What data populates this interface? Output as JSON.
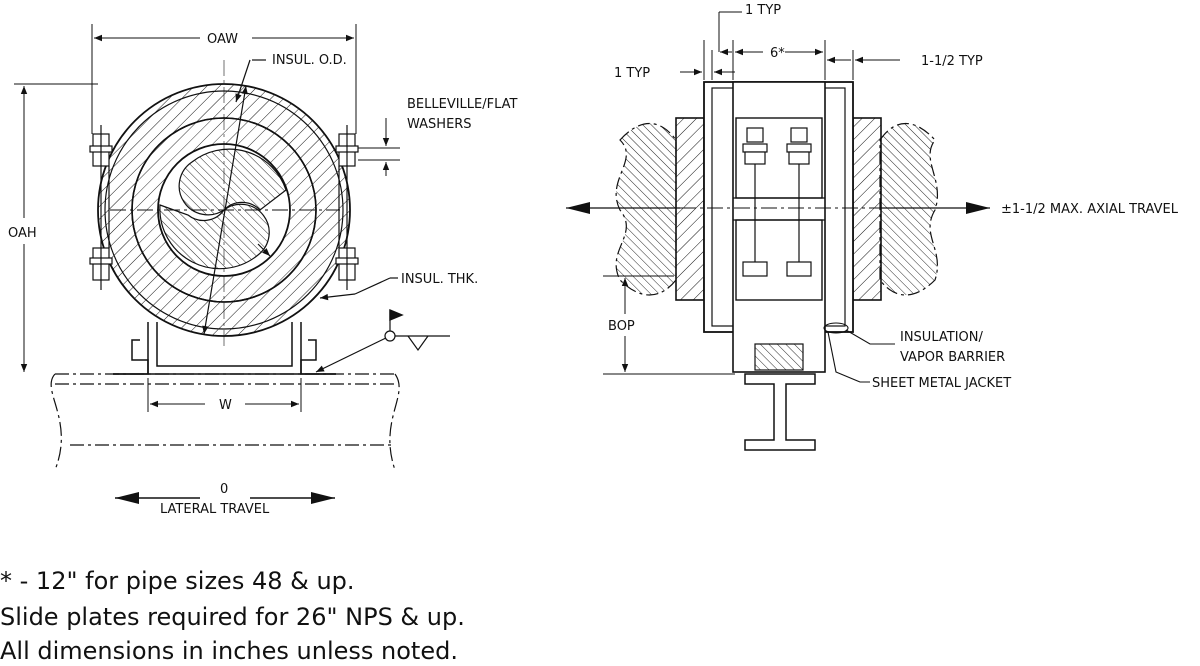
{
  "colors": {
    "ink": "#111111",
    "paper": "#ffffff"
  },
  "left_view": {
    "oaw": "OAW",
    "oah": "OAH",
    "insul_od": "INSUL. O.D.",
    "washers_line1": "BELLEVILLE/FLAT",
    "washers_line2": "WASHERS",
    "insul_thk": "INSUL. THK.",
    "w": "W",
    "lateral_value": "0",
    "lateral_label": "LATERAL TRAVEL"
  },
  "right_view": {
    "one_typ_top": "1 TYP",
    "one_typ_left": "1 TYP",
    "six": "6*",
    "one_half_typ": "1-1/2 TYP",
    "axial_travel": "±1-1/2 MAX. AXIAL TRAVEL",
    "bop": "BOP",
    "insulation_line1": "INSULATION/",
    "insulation_line2": "VAPOR BARRIER",
    "sheet_metal": "SHEET METAL JACKET"
  },
  "notes": [
    "* - 12\" for pipe sizes 48 & up.",
    "Slide plates required for 26\" NPS & up.",
    "All dimensions in inches unless noted."
  ]
}
